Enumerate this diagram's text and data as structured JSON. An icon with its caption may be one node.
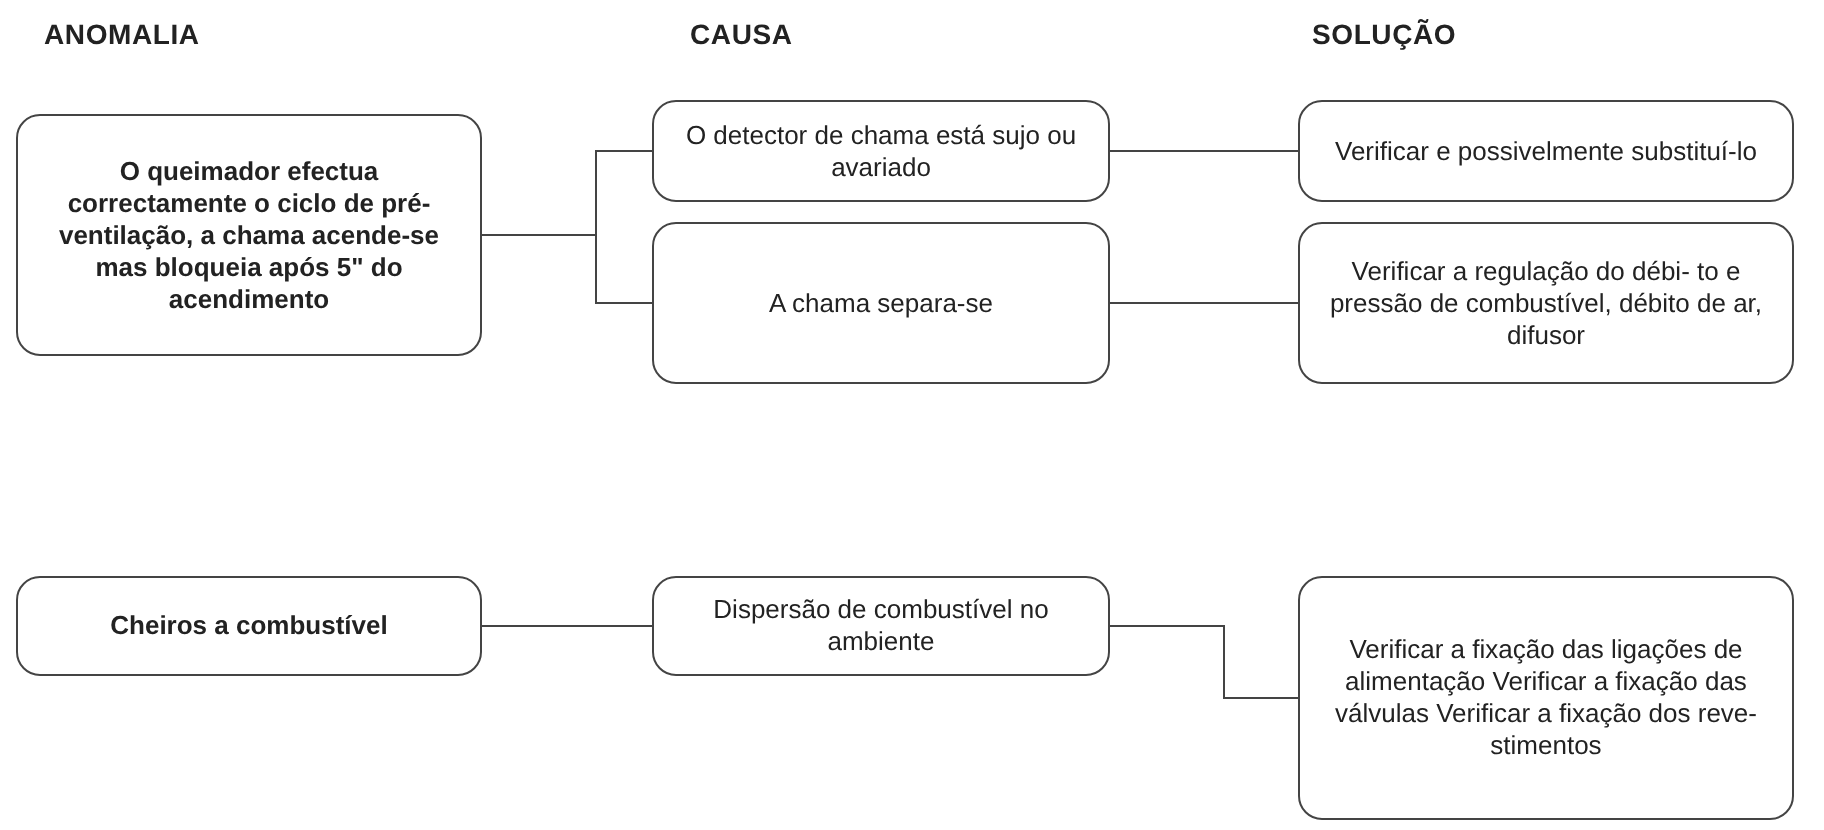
{
  "diagram": {
    "nodes": [
      {
        "text": [
          "O queimador efectua correctamente o ciclo de pré-ventilação, a chama acende-se mas bloqueia após 5\" do acendimento"
        ]
      },
      {
        "text": [
          "O detector de chama está sujo ou avariado"
        ]
      },
      {
        "text": [
          "Verificar e possivelmente substituí-lo"
        ]
      },
      {
        "text": [
          "A chama separa-se"
        ]
      },
      {
        "text": [
          "Verificar a regulação do débi- to e pressão de combustível, débito de ar, difusor"
        ]
      },
      {
        "text": [
          "Cheiros a combustível"
        ]
      },
      {
        "text": [
          "Dispersão de combustível no ambiente"
        ]
      },
      {
        "text": [
          "Verificar a fixação das ligações de alimentação Verificar a fixação das válvulas Verificar a fixação dos reve- stimentos"
        ]
      }
    ],
    "edges": [
      {
        "from": 0,
        "to": 1,
        "arrow": "none"
      },
      {
        "from": 0,
        "to": 3,
        "arrow": "none"
      },
      {
        "from": 1,
        "to": 2,
        "arrow": "none"
      },
      {
        "from": 3,
        "to": 4,
        "arrow": "none"
      },
      {
        "from": 5,
        "to": 6,
        "arrow": "none"
      },
      {
        "from": 6,
        "to": 7,
        "arrow": "none"
      }
    ],
    "labels": [
      "ANOMALIA",
      "CAUSA",
      "SOLUÇÃO"
    ]
  }
}
